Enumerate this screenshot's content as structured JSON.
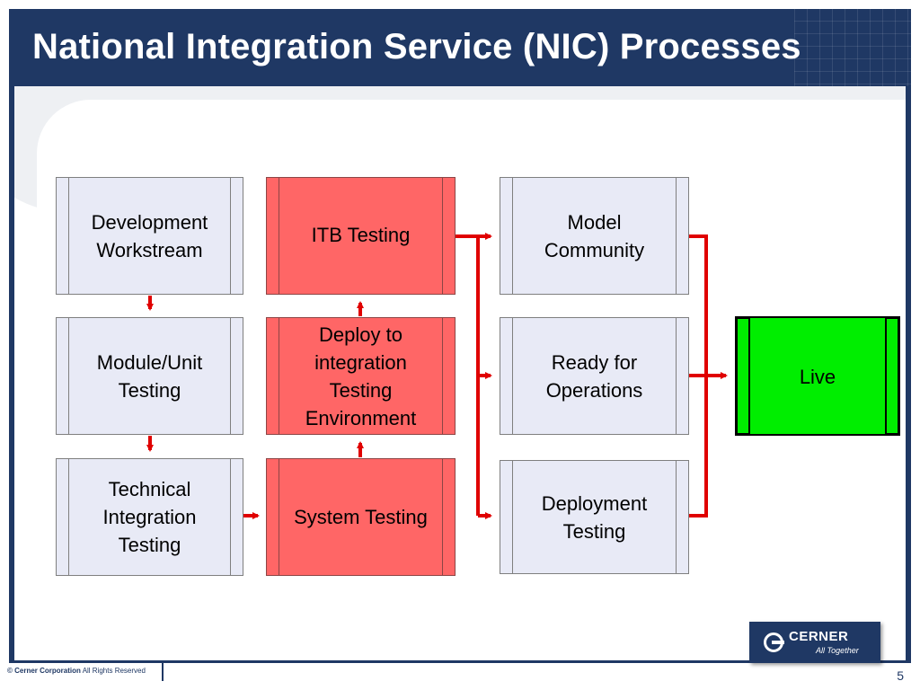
{
  "slide": {
    "title": "National Integration Service (NIC) Processes",
    "page_number": "5"
  },
  "footer": {
    "copyright": "© Cerner Corporation",
    "rights": "All Rights Reserved"
  },
  "logo": {
    "brand": "CERNER",
    "tagline": "All Together"
  },
  "colors": {
    "header": "#1f3864",
    "box_default": "#e8eaf6",
    "box_highlight": "#ff6666",
    "box_live": "#00ee00",
    "arrow": "#e00000"
  },
  "diagram": {
    "nodes": {
      "dev_workstream": "Development Workstream",
      "module_unit": "Module/Unit Testing",
      "tech_integration": "Technical Integration Testing",
      "itb_testing": "ITB Testing",
      "deploy_integration": "Deploy to integration Testing Environment",
      "system_testing": "System Testing",
      "model_community": "Model Community",
      "ready_ops": "Ready for Operations",
      "deployment_testing": "Deployment Testing",
      "live": "Live"
    }
  }
}
